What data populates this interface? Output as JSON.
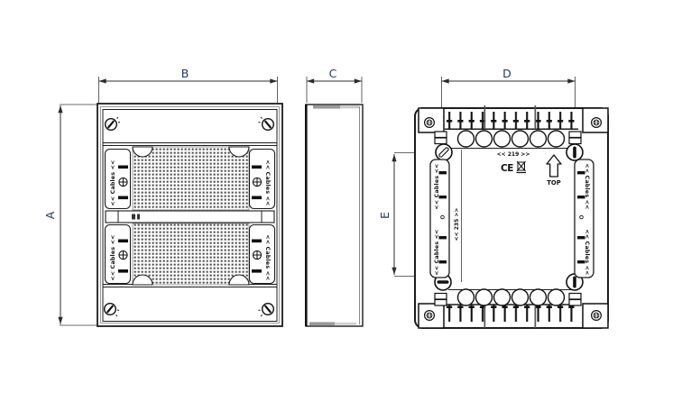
{
  "document": {
    "type": "enclosure-technical-drawing",
    "background_color": "#ffffff",
    "line_color": "#1c1c1c",
    "dimension_text_color": "#1f3864"
  },
  "dimension_labels": {
    "a": "A",
    "b": "B",
    "c": "C",
    "d": "D",
    "e": "E"
  },
  "front_view": {
    "cables_label": "<< Cables <<"
  },
  "back_view": {
    "cables_label": "<< Cables <<",
    "width_marking": "<< 219 >>",
    "height_marking": "<< 235 >>",
    "ce_label": "CE",
    "top_label": "TOP"
  },
  "icons": {
    "weee": "weee-crossed-bin-icon",
    "top_arrow": "up-arrow-icon",
    "lock": "quarter-turn-lock-icon",
    "screw": "screw-icon"
  }
}
